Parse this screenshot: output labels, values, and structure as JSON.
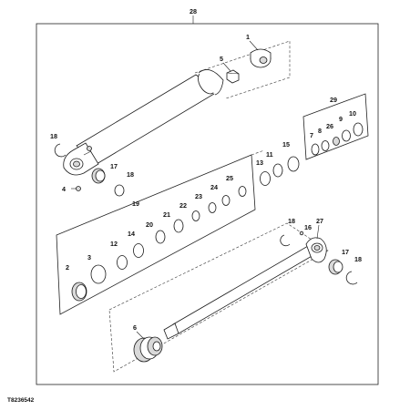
{
  "diagram": {
    "assembly_callout": "28",
    "figure_code": "T8236542",
    "group_callouts": {
      "piston_kit": "19",
      "seal_kit": "29"
    },
    "callouts": {
      "c1": "1",
      "c5": "5",
      "c18a": "18",
      "c4": "4",
      "c17a": "17",
      "c18b": "18",
      "c29": "29",
      "c7": "7",
      "c8": "8",
      "c26": "26",
      "c9": "9",
      "c10": "10",
      "c11": "11",
      "c15": "15",
      "c13": "13",
      "c25": "25",
      "c24": "24",
      "c23": "23",
      "c22": "22",
      "c21": "21",
      "c20": "20",
      "c14": "14",
      "c12": "12",
      "c3": "3",
      "c2": "2",
      "c18c": "18",
      "c16": "16",
      "c27": "27",
      "c17b": "17",
      "c18d": "18",
      "c6": "6"
    }
  }
}
